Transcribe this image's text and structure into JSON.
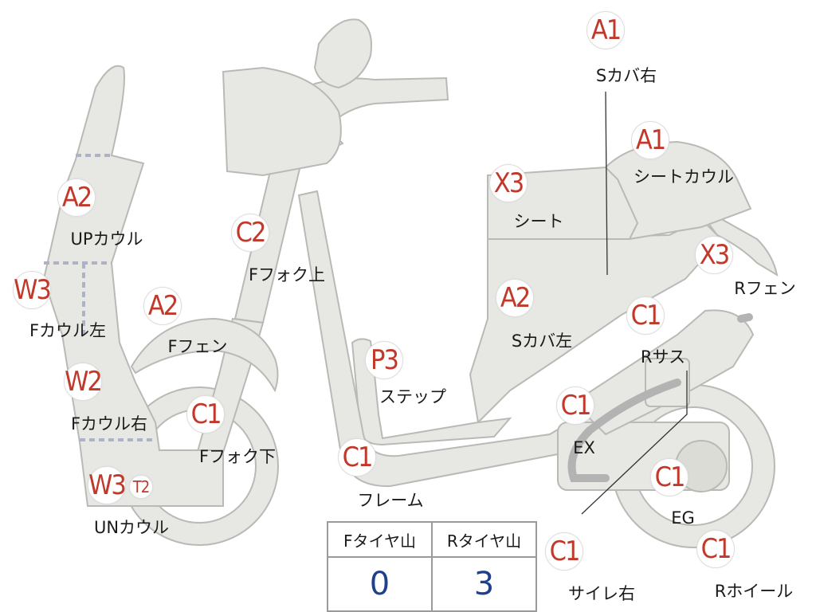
{
  "parts": [
    {
      "id": "s-cover-right",
      "code": "A1",
      "label": "Sカバ右"
    },
    {
      "id": "seat-cowl",
      "code": "A1",
      "label": "シートカウル"
    },
    {
      "id": "seat",
      "code": "X3",
      "label": "シート"
    },
    {
      "id": "r-fender",
      "code": "X3",
      "label": "Rフェン"
    },
    {
      "id": "s-cover-left",
      "code": "A2",
      "label": "Sカバ左"
    },
    {
      "id": "r-suspension",
      "code": "C1",
      "label": "Rサス"
    },
    {
      "id": "exhaust",
      "code": "C1",
      "label": "EX"
    },
    {
      "id": "engine",
      "code": "C1",
      "label": "EG"
    },
    {
      "id": "r-wheel",
      "code": "C1",
      "label": "Rホイール"
    },
    {
      "id": "muffler-right",
      "code": "C1",
      "label": "サイレ右"
    },
    {
      "id": "frame",
      "code": "C1",
      "label": "フレーム"
    },
    {
      "id": "step",
      "code": "P3",
      "label": "ステップ"
    },
    {
      "id": "f-fork-upper",
      "code": "C2",
      "label": "Fフォク上"
    },
    {
      "id": "f-fender",
      "code": "A2",
      "label": "Fフェン"
    },
    {
      "id": "f-fork-lower",
      "code": "C1",
      "label": "Fフォク下"
    },
    {
      "id": "up-cowl",
      "code": "A2",
      "label": "UPカウル"
    },
    {
      "id": "f-cowl-left",
      "code": "W3",
      "label": "Fカウル左"
    },
    {
      "id": "f-cowl-right",
      "code": "W2",
      "label": "Fカウル右"
    },
    {
      "id": "un-cowl",
      "code": "W3",
      "label": "UNカウル",
      "extra_code": "T2"
    }
  ],
  "tire_table": {
    "headers": [
      "Fタイヤ山",
      "Rタイヤ山"
    ],
    "values": [
      "0",
      "3"
    ]
  },
  "colors": {
    "code": "#c0392b",
    "value": "#1f3f8f",
    "part_fill": "#e7e7e3",
    "part_stroke": "#b9b9b5"
  }
}
